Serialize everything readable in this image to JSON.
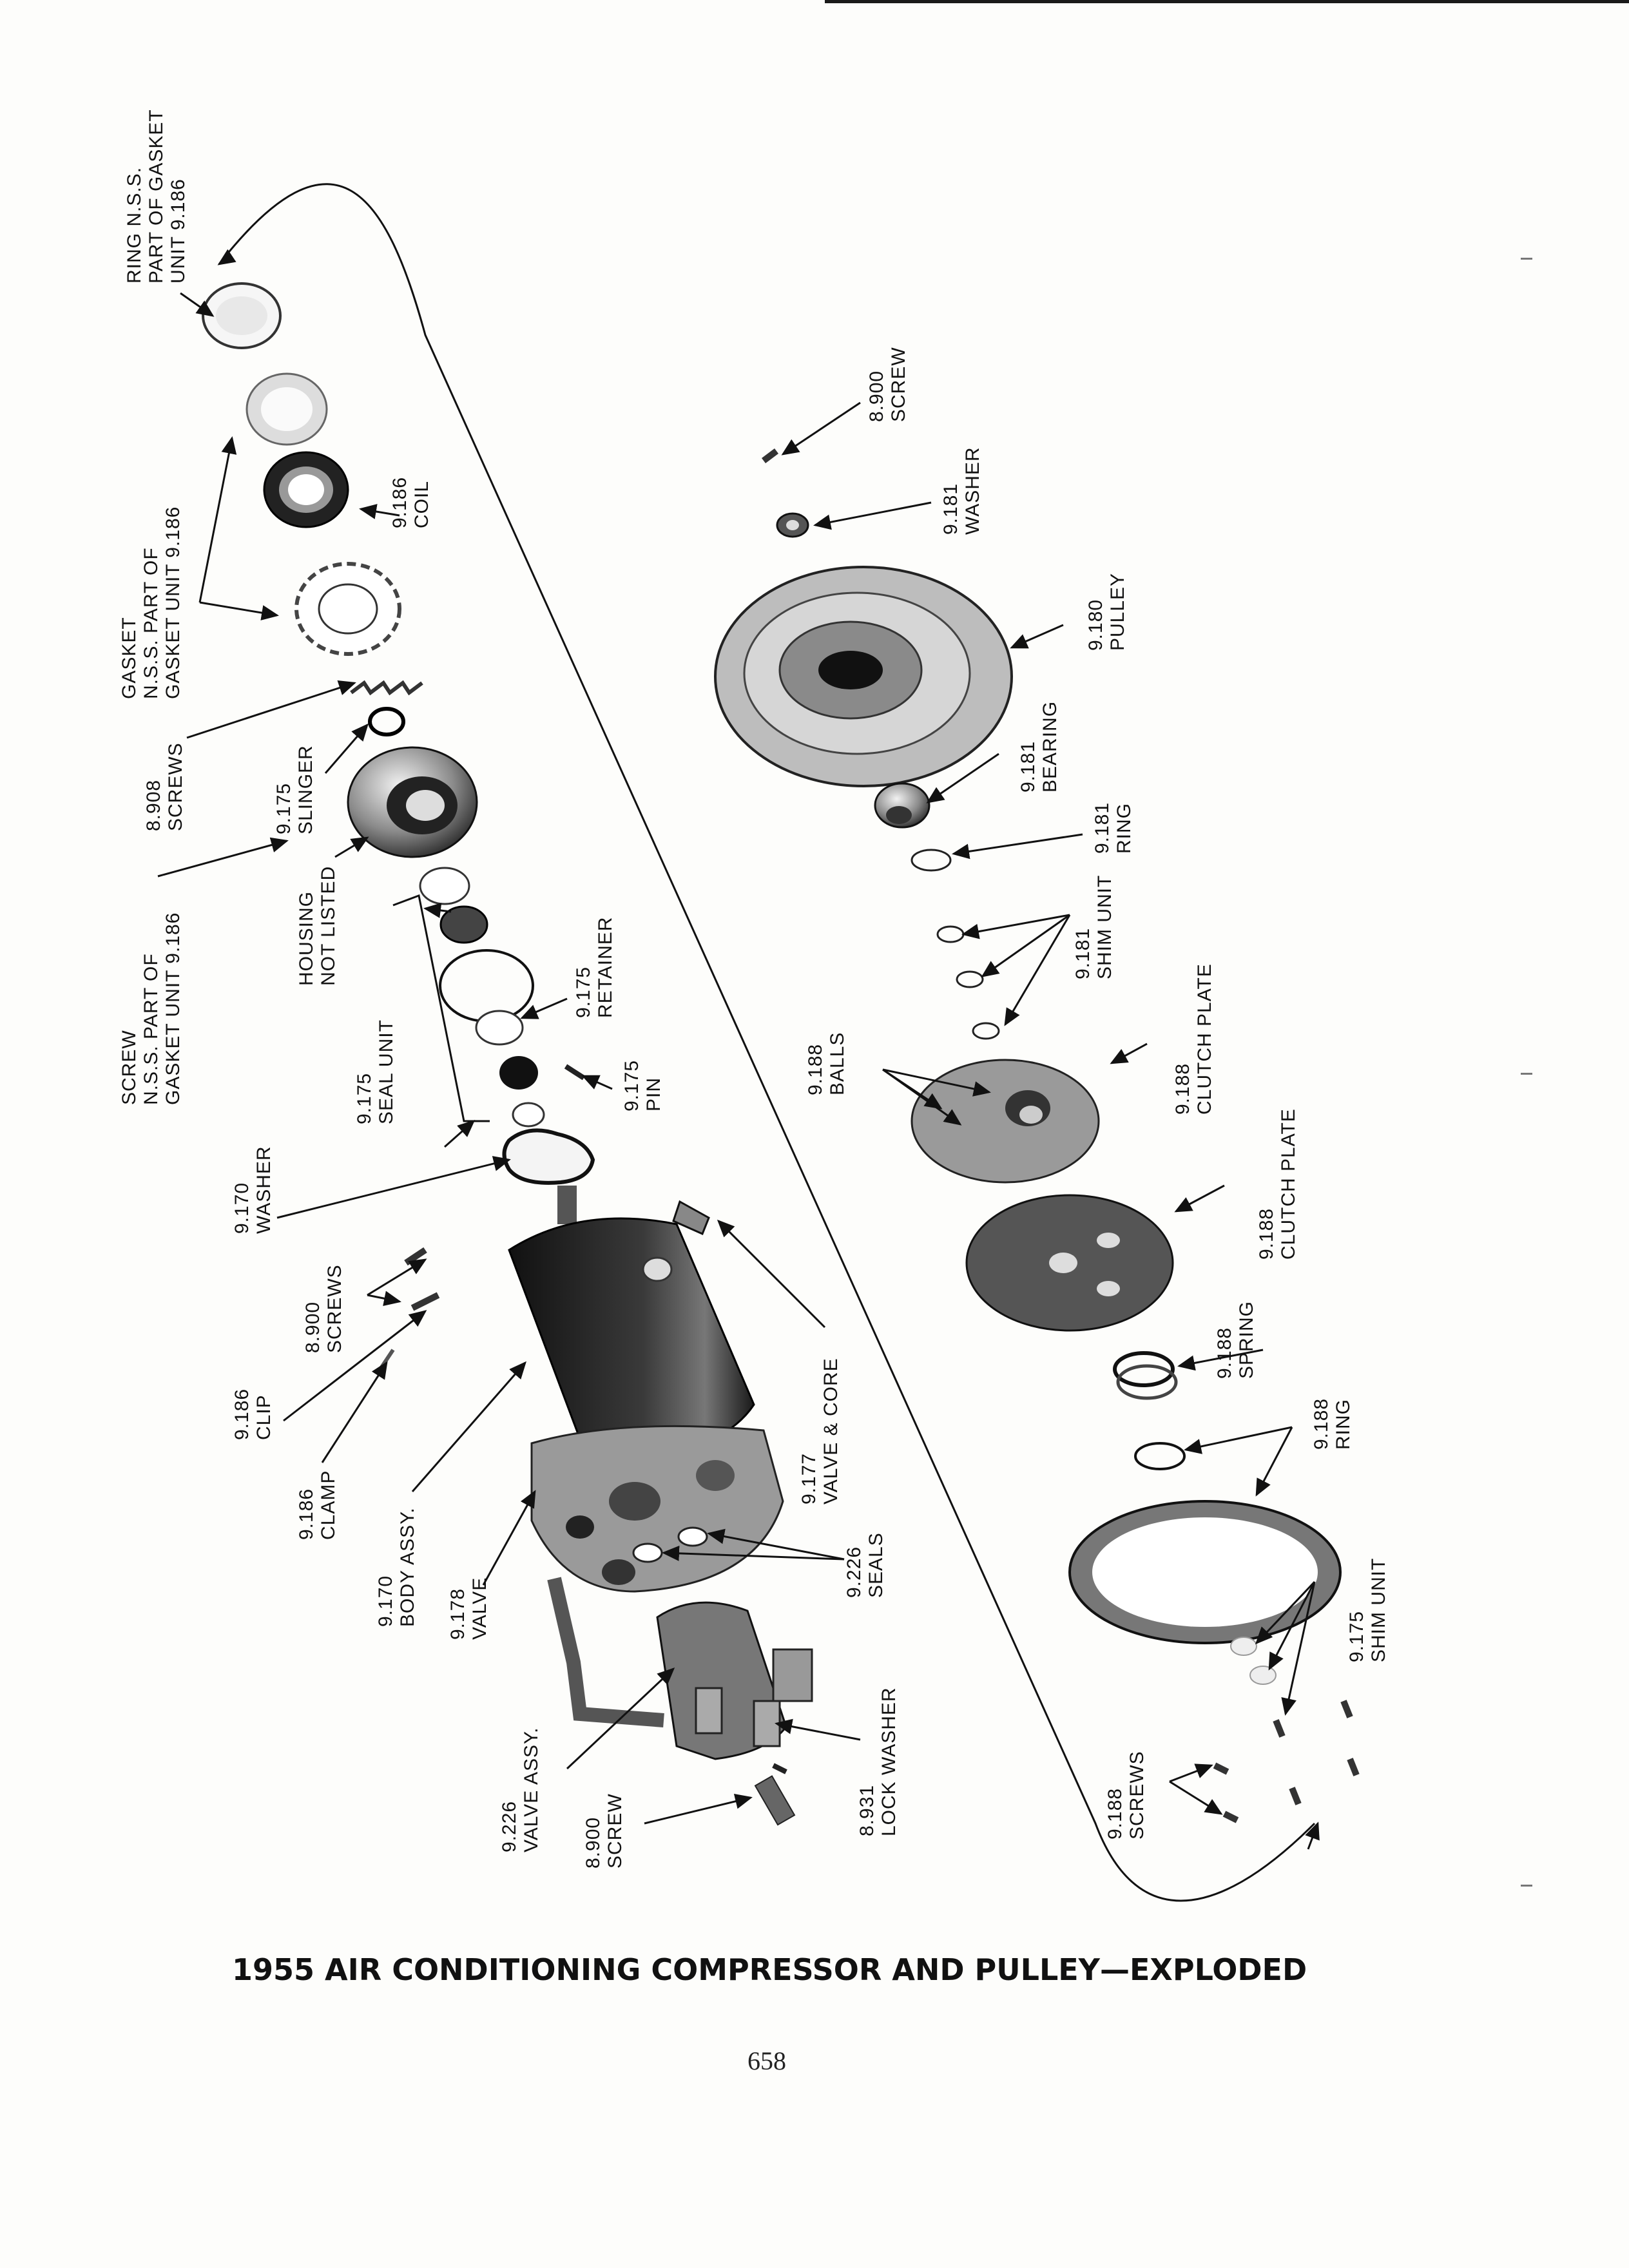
{
  "caption": "1955 AIR CONDITIONING COMPRESSOR AND PULLEY—EXPLODED",
  "page_number": "658",
  "callouts": {
    "ring_nss": [
      "RING N.S.S.",
      "PART OF GASKET",
      "UNIT 9.186"
    ],
    "gasket_nss": [
      "GASKET",
      "N.S.S. PART OF",
      "GASKET UNIT 9.186"
    ],
    "coil": [
      "9.186",
      "COIL"
    ],
    "screws_8908": [
      "8.908",
      "SCREWS"
    ],
    "slinger": [
      "9.175",
      "SLINGER"
    ],
    "screw_nss": [
      "SCREW",
      "N.S.S. PART OF",
      "GASKET UNIT 9.186"
    ],
    "housing": [
      "HOUSING",
      "NOT LISTED"
    ],
    "retainer": [
      "9.175",
      "RETAINER"
    ],
    "seal_unit": [
      "9.175",
      "SEAL UNIT"
    ],
    "pin": [
      "9.175",
      "PIN"
    ],
    "washer_9170": [
      "9.170",
      "WASHER"
    ],
    "screws_8900": [
      "8.900",
      "SCREWS"
    ],
    "clip": [
      "9.186",
      "CLIP"
    ],
    "clamp": [
      "9.186",
      "CLAMP"
    ],
    "body_assy": [
      "9.170",
      "BODY ASSY."
    ],
    "valve_9178": [
      "9.178",
      "VALVE"
    ],
    "valve_core": [
      "9.177",
      "VALVE & CORE"
    ],
    "seals": [
      "9.226",
      "SEALS"
    ],
    "valve_assy": [
      "9.226",
      "VALVE ASSY."
    ],
    "screw_8900b": [
      "8.900",
      "SCREW"
    ],
    "lock_washer": [
      "8.931",
      "LOCK WASHER"
    ],
    "screw_8900a": [
      "8.900",
      "SCREW"
    ],
    "washer_9181": [
      "9.181",
      "WASHER"
    ],
    "pulley": [
      "9.180",
      "PULLEY"
    ],
    "bearing": [
      "9.181",
      "BEARING"
    ],
    "ring_9181": [
      "9.181",
      "RING"
    ],
    "shim_9181": [
      "9.181",
      "SHIM UNIT"
    ],
    "balls": [
      "9.188",
      "BALLS"
    ],
    "clutch_plate_a": [
      "9.188",
      "CLUTCH PLATE"
    ],
    "clutch_plate_b": [
      "9.188",
      "CLUTCH PLATE"
    ],
    "spring": [
      "9.188",
      "SPRING"
    ],
    "ring_9188": [
      "9.188",
      "RING"
    ],
    "shim_9175": [
      "9.175",
      "SHIM UNIT"
    ],
    "screws_9188": [
      "9.188",
      "SCREWS"
    ]
  }
}
